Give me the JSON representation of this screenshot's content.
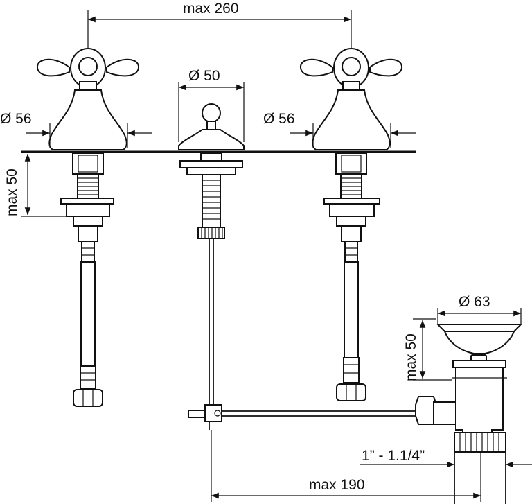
{
  "dimensions": {
    "max_width": "max 260",
    "spout_diameter": "Ø 50",
    "left_handle_diameter": "Ø 56",
    "right_handle_diameter": "Ø 56",
    "max_thickness": "max 50",
    "waste_diameter": "Ø 63",
    "waste_height": "max 50",
    "thread_size": "1” - 1.1/4”",
    "max_rod_length": "max 190"
  }
}
